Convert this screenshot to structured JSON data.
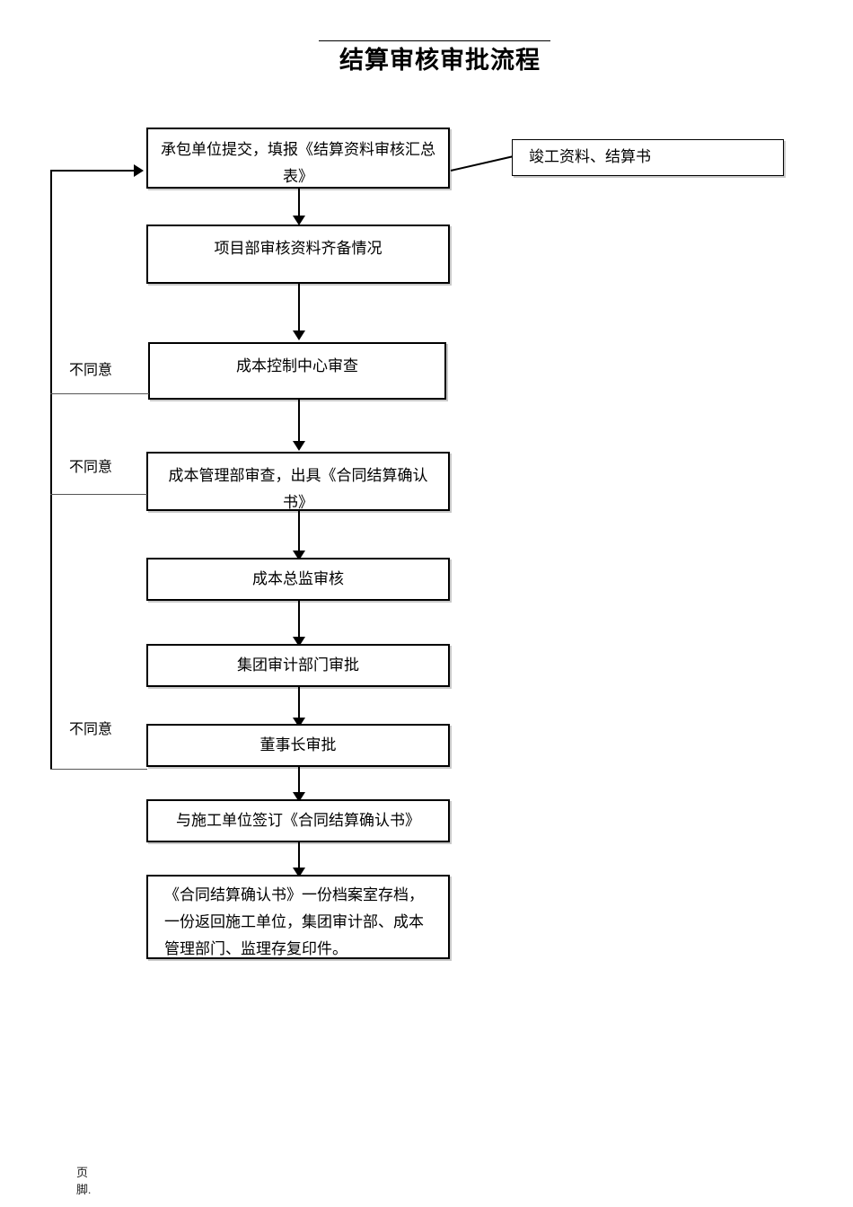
{
  "document": {
    "title": "结算审核审批流程",
    "footer_lines": [
      "页",
      "脚."
    ]
  },
  "flow": {
    "nodes": [
      {
        "id": "n1",
        "label": "承包单位提交，填报《结算资料审核汇总表》"
      },
      {
        "id": "n2",
        "label": "项目部审核资料齐备情况"
      },
      {
        "id": "n3",
        "label": "成本控制中心审查"
      },
      {
        "id": "n4",
        "label": "成本管理部审查，出具《合同结算确认书》"
      },
      {
        "id": "n5",
        "label": "成本总监审核"
      },
      {
        "id": "n6",
        "label": "集团审计部门审批"
      },
      {
        "id": "n7",
        "label": "董事长审批"
      },
      {
        "id": "n8",
        "label": "与施工单位签订《合同结算确认书》"
      },
      {
        "id": "n9",
        "label": "《合同结算确认书》一份档案室存档，一份返回施工单位，集团审计部、成本管理部门、监理存复印件。"
      }
    ],
    "side_note": {
      "id": "s1",
      "label": "竣工资料、结算书"
    },
    "branch_labels": [
      {
        "id": "b1",
        "label": "不同意",
        "from": "n3"
      },
      {
        "id": "b2",
        "label": "不同意",
        "from": "n4"
      },
      {
        "id": "b3",
        "label": "不同意",
        "from": "n7"
      }
    ],
    "colors": {
      "line": "#000000",
      "shadow": "#c9c9c9",
      "background": "#ffffff"
    }
  }
}
